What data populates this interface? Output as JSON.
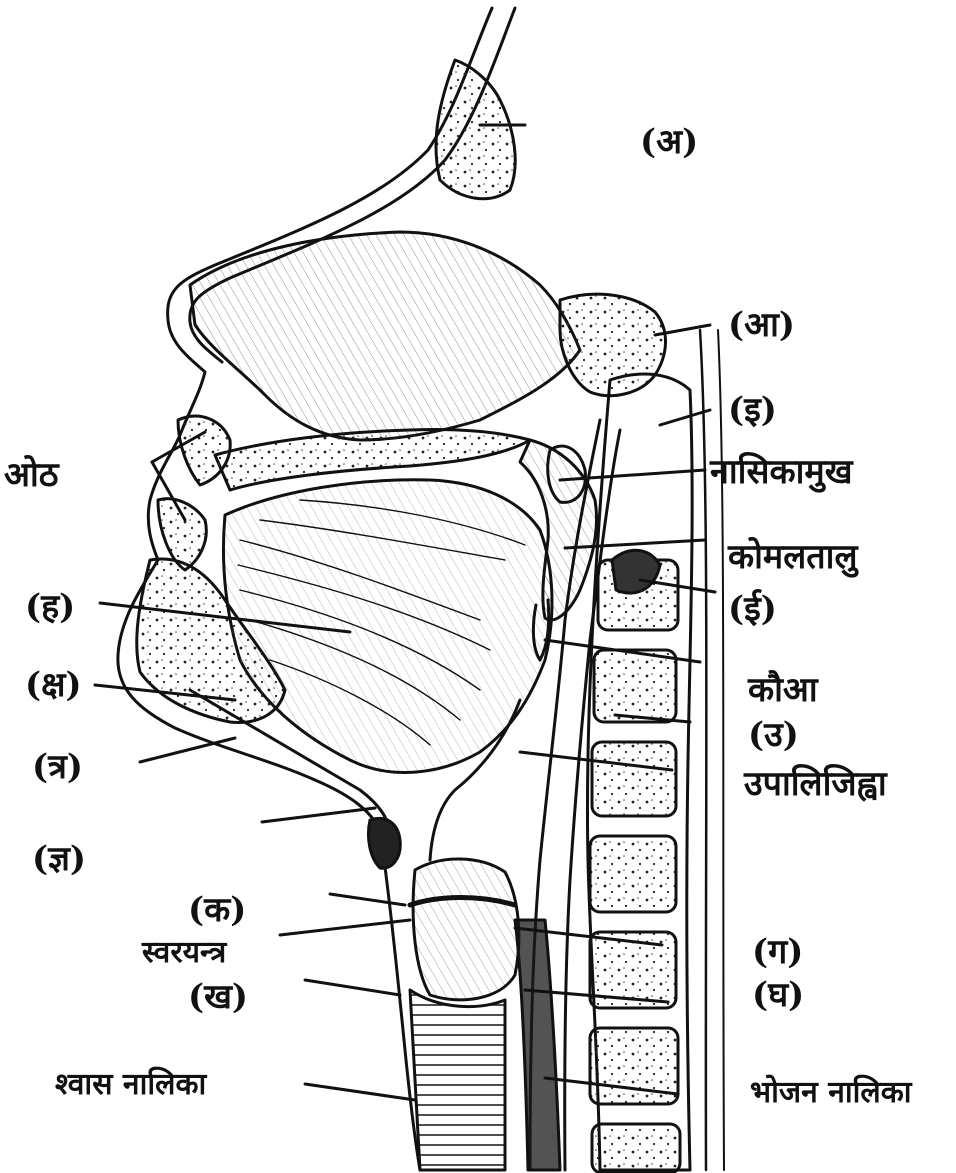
{
  "labels": {
    "a": "(अ)",
    "aa": "(आ)",
    "i": "(इ)",
    "naasikaamukh": "नासिकामुख",
    "komaltaalu": "कोमलतालु",
    "ii": "(ई)",
    "kauaa": "कौआ",
    "u": "(उ)",
    "upaalijihvaa": "उपालिजिह्वा",
    "ga": "(ग)",
    "gha": "(घ)",
    "bhojan_naalikaa": "भोजन नालिका",
    "oth": "ओठ",
    "ha": "(ह)",
    "ksha": "(क्ष)",
    "tra": "(त्र)",
    "gya": "(ज्ञ)",
    "ka": "(क)",
    "svarayantra": "स्वरयन्त्र",
    "kha": "(ख)",
    "shvaas_naalikaa": "श्वास नालिका"
  },
  "colors": {
    "ink": "#111111",
    "paper": "#ffffff",
    "shade": "#6b6b6b"
  }
}
